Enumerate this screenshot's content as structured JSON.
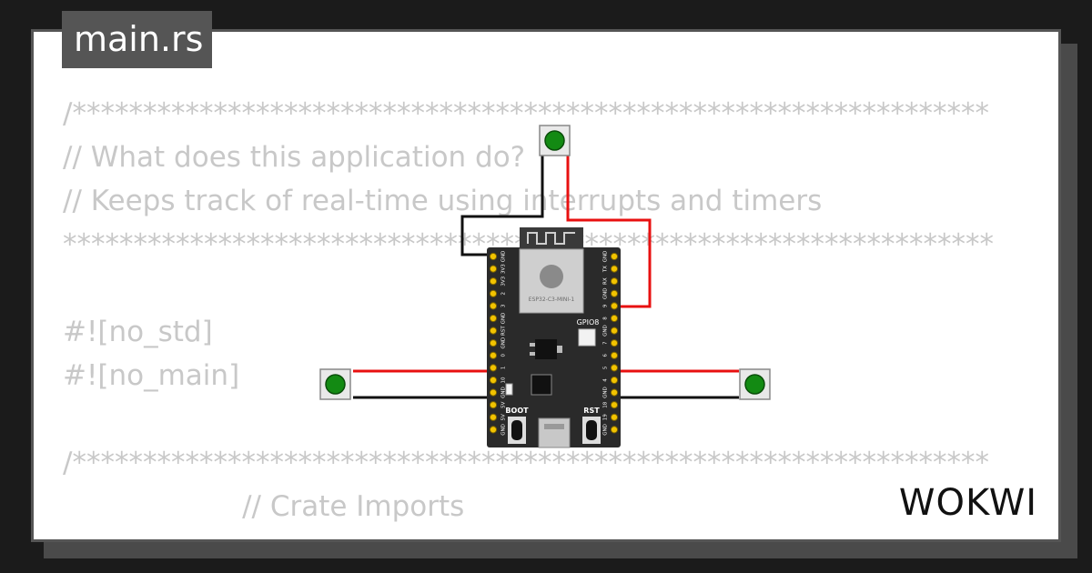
{
  "file_tab": {
    "label": "main.rs"
  },
  "code_lines": [
    "/*****************************************************************",
    "// What does this application do?",
    "// Keeps track of real-time using interrupts and timers",
    "******************************************************************",
    "#![no_std]",
    "#![no_main]",
    "/*****************************************************************",
    "                    // Crate Imports"
  ],
  "board": {
    "module_label": "ESP32-C3-MINI-1",
    "led_label": "GPIO8",
    "boot_label": "BOOT",
    "rst_label": "RST",
    "left_pins": [
      "GND",
      "3V3",
      "3V3",
      "2",
      "3",
      "GND",
      "RST",
      "GND",
      "0",
      "1",
      "10",
      "GND",
      "5V",
      "5V",
      "GND"
    ],
    "right_pins": [
      "GND",
      "TX",
      "RX",
      "GND",
      "9",
      "8",
      "GND",
      "7",
      "6",
      "5",
      "4",
      "GND",
      "18",
      "19",
      "GND"
    ]
  },
  "brand": {
    "name": "WOKWI"
  },
  "colors": {
    "wire_red": "#e81010",
    "wire_black": "#111111",
    "button_green": "#138a13",
    "board": "#2a2a2a"
  }
}
